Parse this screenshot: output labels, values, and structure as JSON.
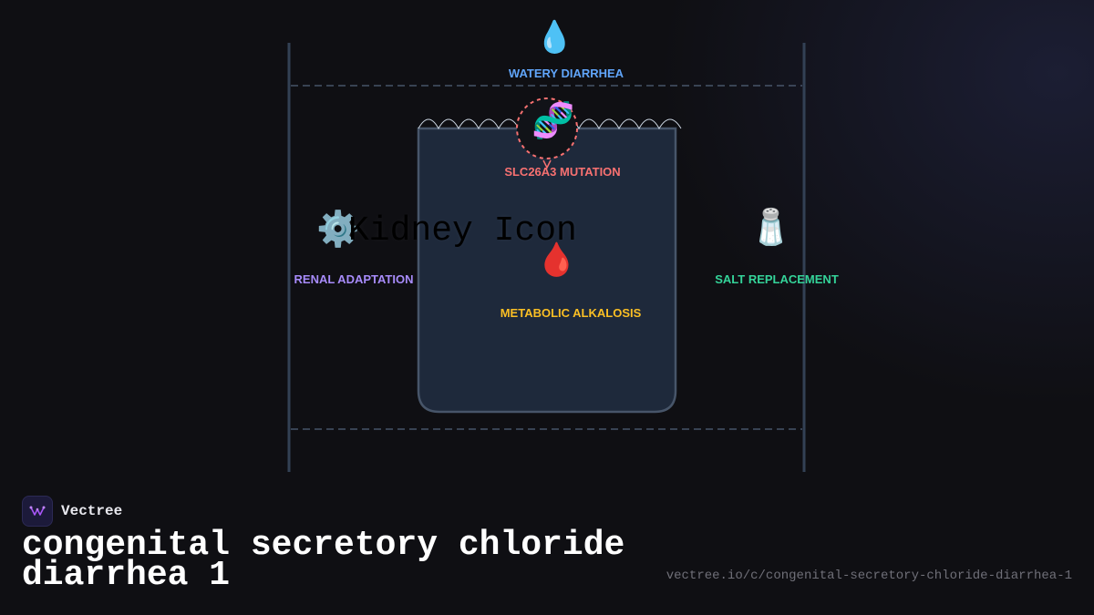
{
  "diagram": {
    "nodes": {
      "watery_diarrhea": {
        "label": "WATERY DIARRHEA",
        "icon": "droplet-icon",
        "glyph": "💧",
        "color": "#60a5fa"
      },
      "slc26a3_mutation": {
        "label": "SLC26A3 MUTATION",
        "icon": "dna-icon",
        "glyph": "🧬",
        "color": "#f87171"
      },
      "renal_adaptation": {
        "label": "RENAL ADAPTATION",
        "icon": "gear-icon",
        "glyph": "⚙️",
        "color": "#a78bfa"
      },
      "metabolic_alkalosis": {
        "label": "METABOLIC ALKALOSIS",
        "icon": "blood-drop-icon",
        "glyph": "🩸",
        "color": "#fbbf24"
      },
      "salt_replacement": {
        "label": "SALT REPLACEMENT",
        "icon": "salt-shaker-icon",
        "glyph": "🧂",
        "color": "#34d399"
      }
    },
    "kidney_placeholder": "Kidney Icon"
  },
  "brand": {
    "name": "Vectree"
  },
  "title": "congenital secretory chloride diarrhea 1",
  "url": "vectree.io/c/congenital-secretory-chloride-diarrhea-1",
  "colors": {
    "background": "#0f0f13",
    "container_fill": "#1e293b",
    "container_stroke": "#475569",
    "frame": "#334155"
  }
}
